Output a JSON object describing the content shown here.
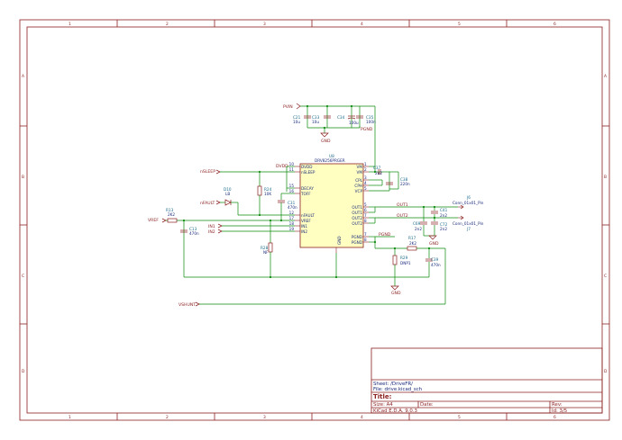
{
  "grid": {
    "cols": [
      "1",
      "2",
      "3",
      "4",
      "5",
      "6"
    ],
    "rows": [
      "A",
      "B",
      "C",
      "D"
    ]
  },
  "nets": {
    "pvin": "PVIN",
    "nsleep": "nSLEEP",
    "nfault": "nFAULT",
    "vref": "VREF",
    "in1": "IN1",
    "in2": "IN2",
    "vshunt": "VSHUNT",
    "dvdd": "DVDD",
    "out1": "OUT1",
    "out2": "OUT2",
    "gnd": "GND",
    "pgnd": "PGND"
  },
  "ic": {
    "ref": "U8",
    "value": "DRV8256PRGER",
    "pins_left": [
      {
        "num": "10",
        "name": "DVDD"
      },
      {
        "num": "11",
        "name": "nSLEEP"
      },
      {
        "num": "15",
        "name": "DECAY"
      },
      {
        "num": "16",
        "name": "TOFF"
      },
      {
        "num": "12",
        "name": "nFAULT"
      },
      {
        "num": "17",
        "name": "VREF"
      },
      {
        "num": "18",
        "name": "IN1"
      },
      {
        "num": "19",
        "name": "IN2"
      }
    ],
    "pins_right": [
      {
        "num": "1",
        "name": "VM"
      },
      {
        "num": "2",
        "name": "VM"
      },
      {
        "num": "3",
        "name": "CPL"
      },
      {
        "num": "4",
        "name": "CPH"
      },
      {
        "num": "5",
        "name": "VCP"
      },
      {
        "num": "5",
        "name": "OUT1"
      },
      {
        "num": "6",
        "name": "OUT1"
      },
      {
        "num": "7",
        "name": "OUT2"
      },
      {
        "num": "8",
        "name": "OUT2"
      },
      {
        "num": "7",
        "name": "PGND"
      },
      {
        "num": "8",
        "name": "PGND"
      }
    ],
    "bottom_pin": "GND"
  },
  "components": {
    "c21": {
      "ref": "C21",
      "value": "10u"
    },
    "c33": {
      "ref": "C33",
      "value": "10u"
    },
    "c34": {
      "ref": "C34",
      "value": "100u"
    },
    "c35": {
      "ref": "C35",
      "value": "100n"
    },
    "c37": {
      "ref": "C37",
      "value": "2u2"
    },
    "c38": {
      "ref": "C38",
      "value": "220n"
    },
    "r24": {
      "ref": "R24",
      "value": "10K"
    },
    "c31": {
      "ref": "C31",
      "value": "470n"
    },
    "d10": {
      "ref": "D10",
      "value": "LB"
    },
    "r13": {
      "ref": "R13",
      "value": "2K2"
    },
    "c13": {
      "ref": "C13",
      "value": "470n"
    },
    "r28": {
      "ref": "R28",
      "value": "NF"
    },
    "c41": {
      "ref": "C41",
      "value": "2n2"
    },
    "c69": {
      "ref": "C69",
      "value": "2n2"
    },
    "c72": {
      "ref": "C72",
      "value": "2n2"
    },
    "r17": {
      "ref": "R17",
      "value": "2K2"
    },
    "r29": {
      "ref": "R29",
      "value": "DNP1"
    },
    "c39": {
      "ref": "C39",
      "value": "470n"
    },
    "j6": {
      "ref": "J6",
      "value": "Conn_01x01_Pin"
    },
    "j7": {
      "ref": "J7",
      "value": "Conn_01x01_Pin"
    }
  },
  "title_block": {
    "sheet": "Sheet: /DriveFR/",
    "file": "File: drive.kicad_sch",
    "title": "Title:",
    "size": "Size: A4",
    "date": "Date:",
    "rev": "Rev:",
    "kicad": "KiCad E.D.A. 9.0.3",
    "id": "Id: 3/5"
  }
}
